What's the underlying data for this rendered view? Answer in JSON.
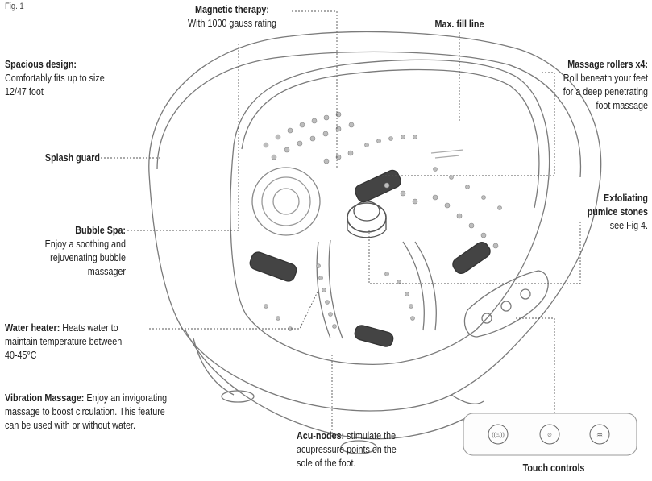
{
  "figure_label": "Fig. 1",
  "labels": {
    "magnetic": {
      "title": "Magnetic therapy:",
      "text": "With 1000 gauss rating"
    },
    "fill_line": {
      "title": "Max. fill line"
    },
    "spacious": {
      "title": "Spacious design:",
      "line1": "Comfortably fits up to size",
      "line2": "12/47 foot"
    },
    "rollers": {
      "title": "Massage rollers x4:",
      "line1": "Roll beneath your feet",
      "line2": "for a deep penetrating",
      "line3": "foot massage"
    },
    "splash": {
      "title": "Splash guard"
    },
    "exfoliating": {
      "title1": "Exfoliating",
      "title2": "pumice stones",
      "text": "see Fig 4."
    },
    "bubble": {
      "title": "Bubble Spa:",
      "line1": "Enjoy a soothing and",
      "line2": "rejuvenating bubble",
      "line3": "massager"
    },
    "heater": {
      "title": "Water heater:",
      "line1": " Heats water to",
      "line2": "maintain temperature between",
      "line3": "40-45°C"
    },
    "vibration": {
      "title": "Vibration Massage:",
      "line1": " Enjoy an invigorating",
      "line2": "massage to boost circulation. This feature",
      "line3": "can be used with or without water."
    },
    "acu": {
      "title": "Acu-nodes:",
      "line1": " stimulate the",
      "line2": "acupressure points on the",
      "line3": "sole of the foot."
    },
    "touch": {
      "title": "Touch controls"
    }
  },
  "icons": [
    "foot-spa-illustration-icon",
    "touch-control-panel-icon",
    "heat-button-icon",
    "timer-button-icon",
    "bubble-button-icon"
  ]
}
